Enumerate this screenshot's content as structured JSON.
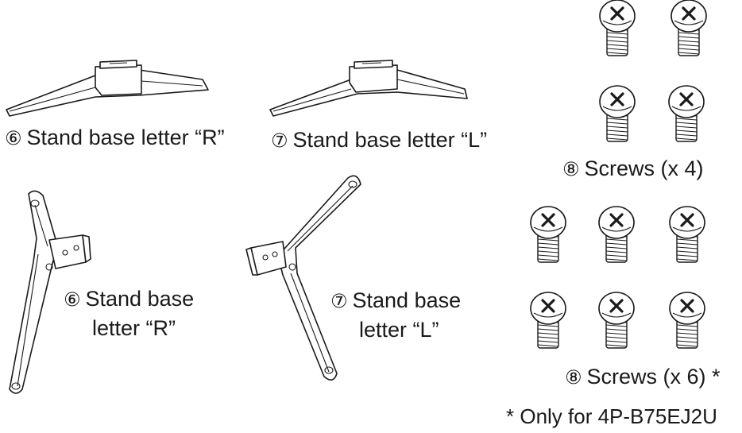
{
  "items": [
    {
      "num": "⑥",
      "text": "Stand base letter “R”"
    },
    {
      "num": "⑦",
      "text": "Stand base letter “L”"
    },
    {
      "num": "⑧",
      "text": "Screws (x 4)"
    },
    {
      "num": "⑥",
      "line1": "Stand base",
      "line2": "letter “R”"
    },
    {
      "num": "⑦",
      "line1": "Stand base",
      "line2": "letter “L”"
    },
    {
      "num": "⑧",
      "text": "Screws (x 6) *"
    }
  ],
  "footnote": "* Only for 4P-B75EJ2U"
}
